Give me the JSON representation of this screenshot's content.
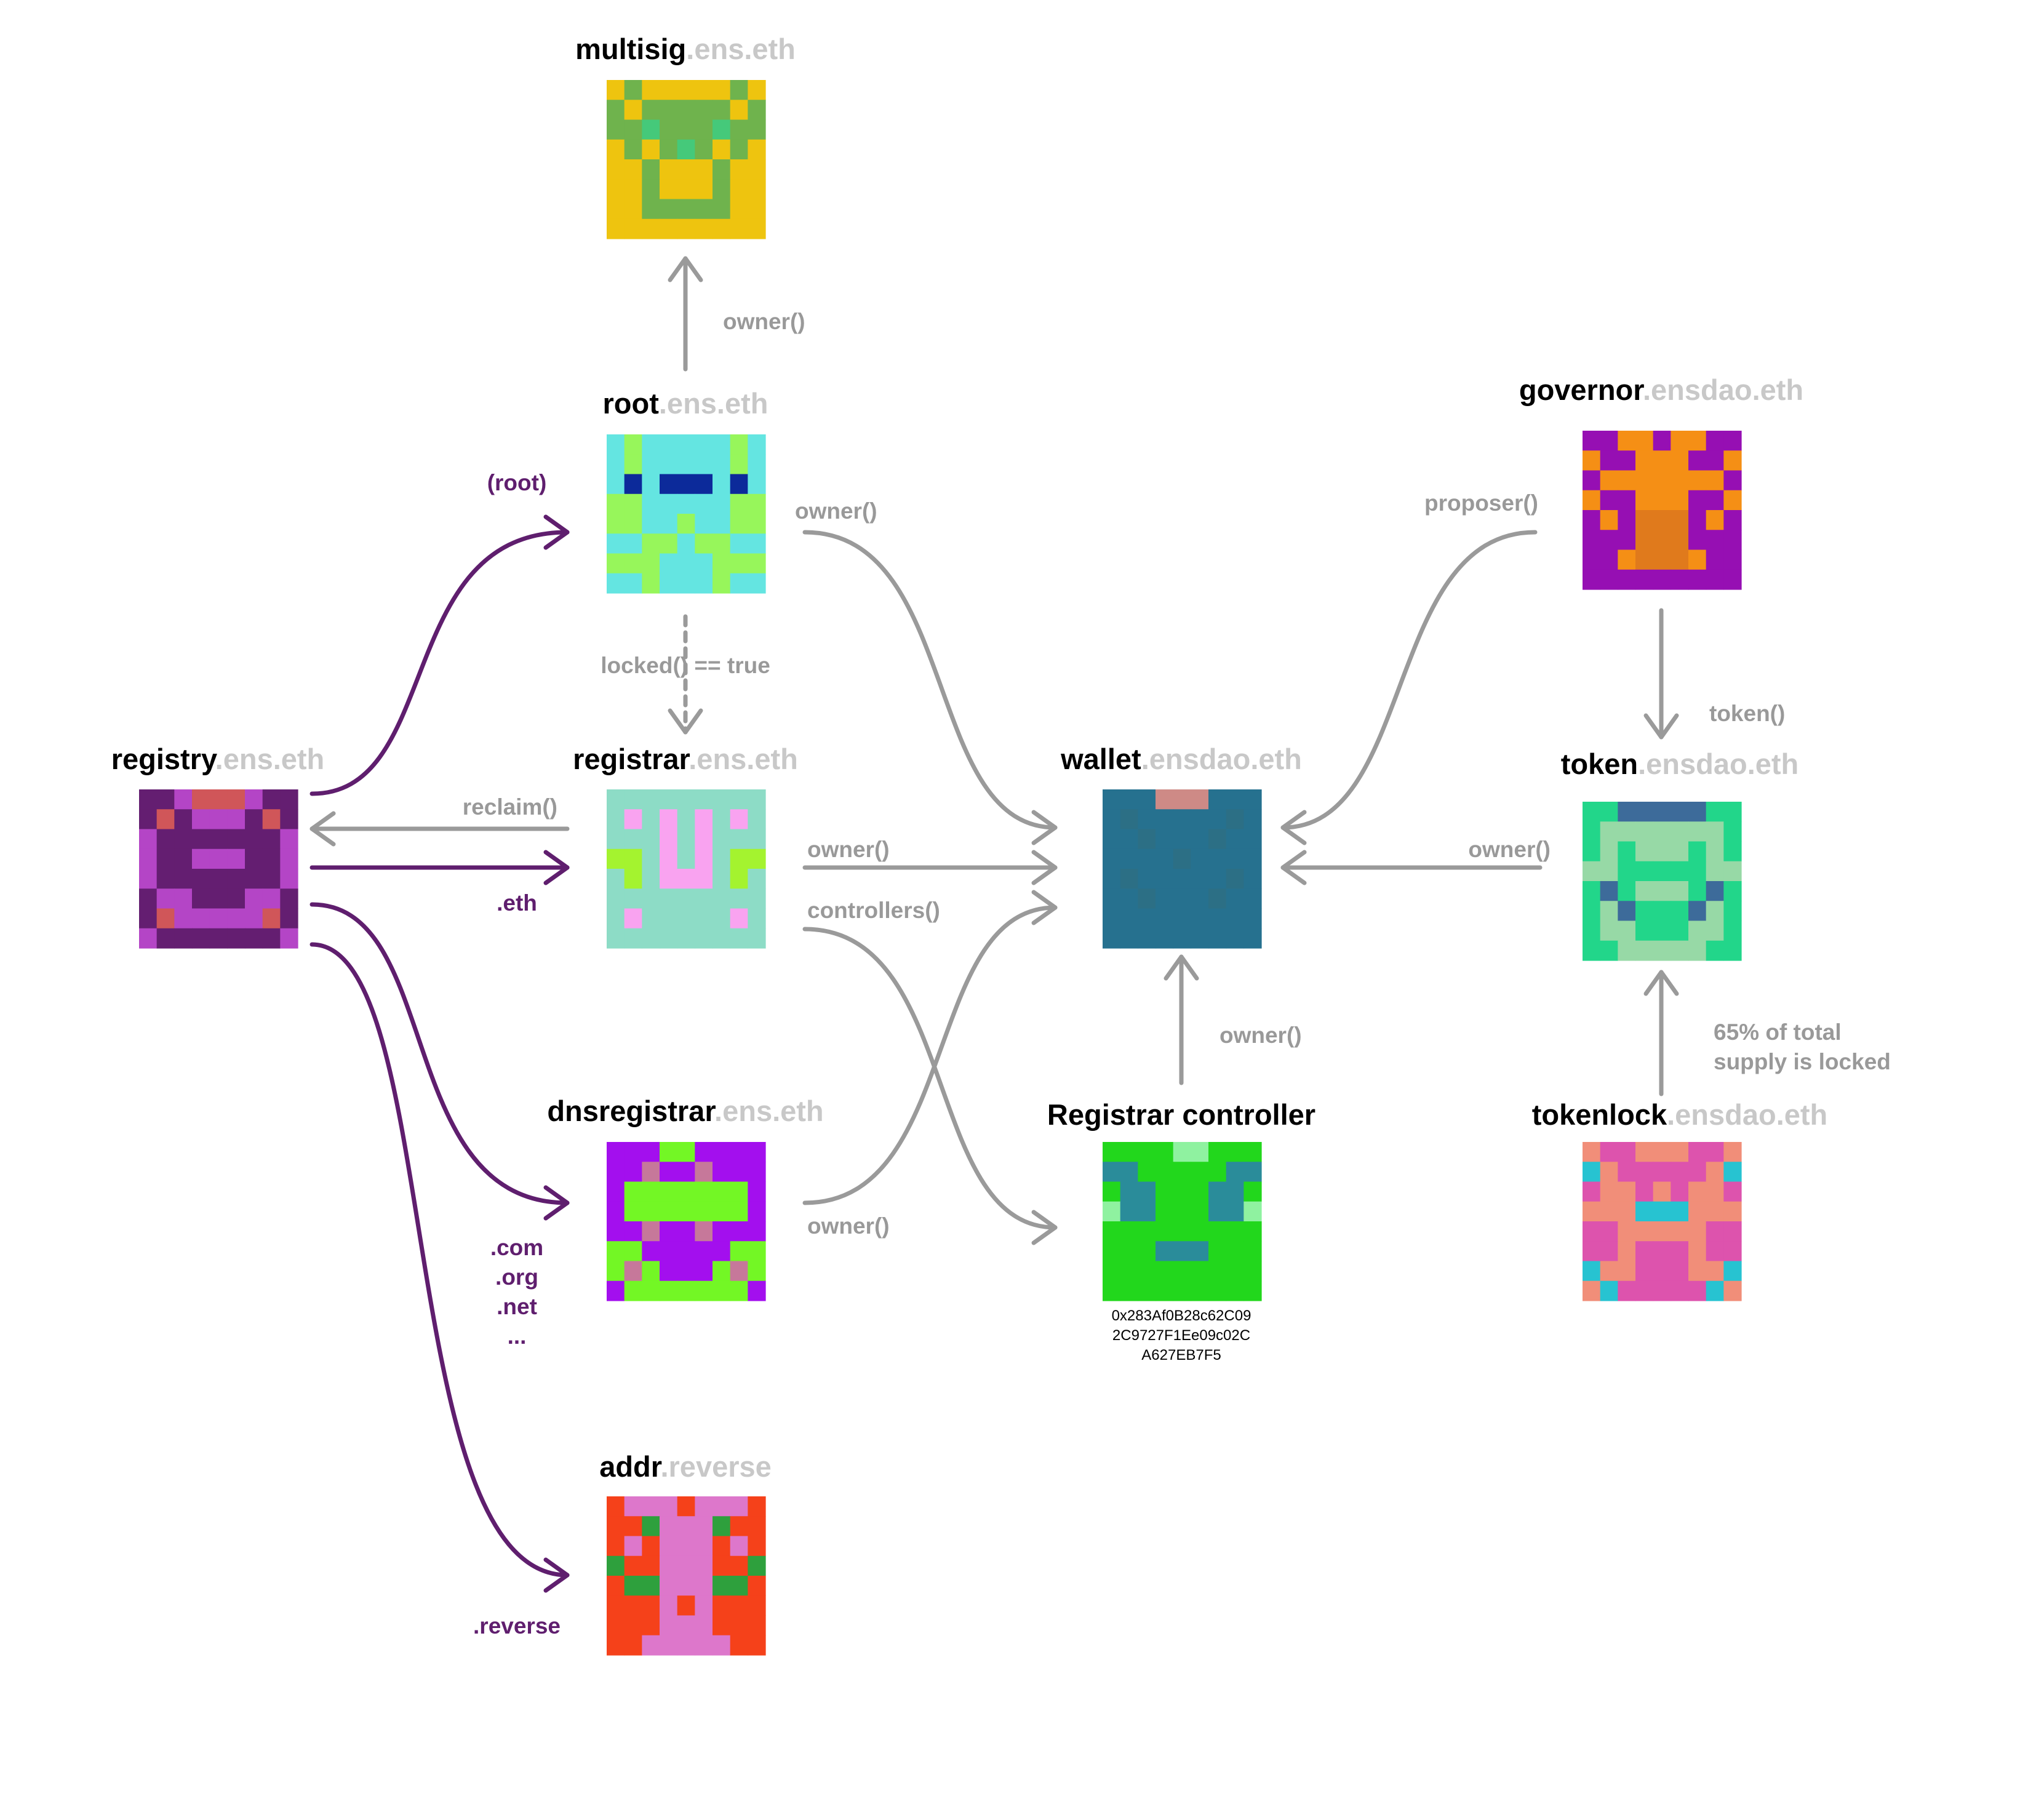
{
  "colors": {
    "gray_edge": "#9a9a9a",
    "purple_edge": "#5f1e6e",
    "name": "#000000",
    "suffix": "#c8c8c8"
  },
  "nodes": {
    "multisig": {
      "name": "multisig",
      "suffix": ".ens.eth"
    },
    "root": {
      "name": "root",
      "suffix": ".ens.eth"
    },
    "registry": {
      "name": "registry",
      "suffix": ".ens.eth"
    },
    "registrar": {
      "name": "registrar",
      "suffix": ".ens.eth"
    },
    "dnsregistrar": {
      "name": "dnsregistrar",
      "suffix": ".ens.eth"
    },
    "addr": {
      "name": "addr",
      "suffix": ".reverse"
    },
    "wallet": {
      "name": "wallet",
      "suffix": ".ensdao.eth"
    },
    "controller": {
      "name": "Registrar controller",
      "suffix": "",
      "address_lines": [
        "0x283Af0B28c62C09",
        "2C9727F1Ee09c02C",
        "A627EB7F5"
      ]
    },
    "governor": {
      "name": "governor",
      "suffix": ".ensdao.eth"
    },
    "token": {
      "name": "token",
      "suffix": ".ensdao.eth"
    },
    "tokenlock": {
      "name": "tokenlock",
      "suffix": ".ensdao.eth"
    }
  },
  "edges": {
    "root_multisig": "owner()",
    "root_wallet": "owner()",
    "root_registrar": "locked() == true",
    "registry_root": "(root)",
    "registrar_registry": "reclaim()",
    "registry_registrar": ".eth",
    "registrar_wallet": "owner()",
    "registrar_controllers": "controllers()",
    "dns_wallet": "owner()",
    "registry_dns": [
      ".com",
      ".org",
      ".net",
      "..."
    ],
    "registry_addr": ".reverse",
    "controller_wallet": "owner()",
    "governor_wallet": "proposer()",
    "governor_token": "token()",
    "token_wallet": "owner()",
    "tokenlock_token": [
      "65% of total",
      "supply is locked"
    ]
  },
  "icons": {
    "multisig": {
      "palette": {
        "Y": "#eec40f",
        "G": "#6fb34d",
        "g": "#45c97a"
      },
      "rows": [
        "YGYYYYYGY",
        "GYGGGGGYG",
        "GGgGGGgGG",
        "YGYGgGYGY",
        "YYGYYYGYY",
        "YYGYYYGYY",
        "YYGGGGGYY",
        "YYYYYYYYY"
      ]
    },
    "root": {
      "palette": {
        "C": "#64e5e1",
        "L": "#97f65b",
        "B": "#0c2a9a"
      },
      "rows": [
        "CLCCCCCLC",
        "CLCCCCCLC",
        "CBCBBBCBC",
        "LLCCCCCLL",
        "LLCCLCCLL",
        "CCLLCLLCC",
        "LLLCCCLLL",
        "CCLCCCLCC"
      ]
    },
    "registry": {
      "palette": {
        "D": "#641e71",
        "M": "#b445c6",
        "R": "#d05659"
      },
      "rows": [
        "DDMRRRMDD",
        "DRDMMMDRD",
        "MDDDDDDDM",
        "MDDMMMDDM",
        "MDDDDDDDM",
        "DMMDDDMMD",
        "DRMMMMMRD",
        "MDDDDDDDM"
      ]
    },
    "registrar": {
      "palette": {
        "A": "#8ddcc6",
        "P": "#f9a3f0",
        "L": "#a4f32f"
      },
      "rows": [
        "AAAAAAAAA",
        "APAPAPAPA",
        "AAAPAPAAA",
        "LLAPAPALL",
        "ALAPPPALA",
        "AAAAAAAAA",
        "APAAAAAPA",
        "AAAAAAAAA"
      ]
    },
    "dnsregistrar": {
      "palette": {
        "V": "#a30fee",
        "L": "#73f725",
        "M": "#c6789a"
      },
      "rows": [
        "VVVLLVVVV",
        "VVMVVMVVV",
        "VLLLLLLLV",
        "VLLLLLLLV",
        "VVMVVMVVV",
        "LLVVVVVLL",
        "LMLVVVLML",
        "VLLLLLLLV"
      ]
    },
    "addr": {
      "palette": {
        "O": "#f5411a",
        "P": "#dd77cb",
        "G": "#2ea03d"
      },
      "rows": [
        "OPPPOPPPO",
        "OOGPPPGOO",
        "OPOPPPOPO",
        "GOOPPPOOG",
        "OGGPPPGGO",
        "OOOPOPOOO",
        "OOOPPPOOO",
        "OOPPPPPOO"
      ]
    },
    "wallet": {
      "palette": {
        "T": "#26718f",
        "S": "#2c6f85",
        "P": "#ce8a86"
      },
      "rows": [
        "TTTPPPTTT",
        "TSTTTTTST",
        "TTSTTTSTT",
        "TTTTSTTTT",
        "TSTTTTTST",
        "TTSTTTSTT",
        "TTTTTTTTT",
        "TTTTTTTTT"
      ]
    },
    "controller": {
      "palette": {
        "G": "#22d71c",
        "T": "#2a8c9a",
        "L": "#8ff2a0"
      },
      "rows": [
        "GGGGLLGGG",
        "TTGGGGGTT",
        "GTTGGGTTG",
        "LTTGGGTTL",
        "GGGGGGGGG",
        "GGGTTTGGG",
        "GGGGGGGGG",
        "GGGGGGGGG"
      ]
    },
    "governor": {
      "palette": {
        "P": "#960fb3",
        "O": "#f58f15",
        "D": "#e07a1c"
      },
      "rows": [
        "PPOOPOOPP",
        "OPPOOOPPO",
        "POOOOOOOP",
        "OPPOOOPPO",
        "POPDDDPOP",
        "PPPDDDPPP",
        "PPODDDOPP",
        "PPPPPPPPP"
      ]
    },
    "token": {
      "palette": {
        "T": "#22d68a",
        "M": "#97d9a6",
        "B": "#3d6b9a"
      },
      "rows": [
        "TTBBBBBTT",
        "TMMMMMMMT",
        "TMTMMMTMT",
        "MMTTTTTMM",
        "TBTMMMTBT",
        "TMBTTTBMT",
        "TMMTTTMMT",
        "TTMMMMMTT"
      ]
    },
    "tokenlock": {
      "palette": {
        "M": "#dd53ad",
        "S": "#f18e79",
        "C": "#27c3d1"
      },
      "rows": [
        "SMMSSSMMS",
        "CSMMMMMSC",
        "MSSMSMSSM",
        "SSSCCCSSS",
        "MMSSSSSMM",
        "MMSMMMSMM",
        "CSSMMMSSC",
        "SCMMMMMCS"
      ]
    }
  }
}
